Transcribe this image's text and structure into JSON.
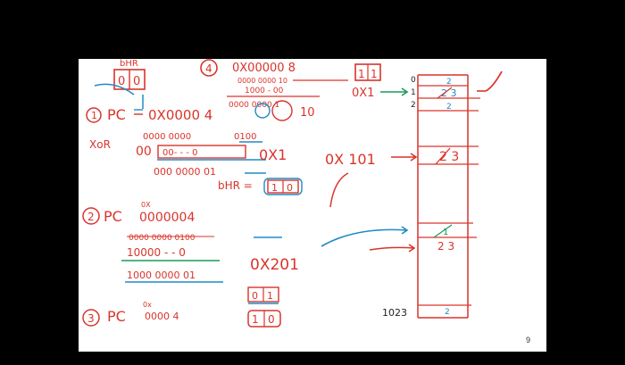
{
  "colors": {
    "red": "#d9342b",
    "blue": "#1f8bc4",
    "green": "#1b9a59",
    "ink": "#222222"
  },
  "notes": {
    "bhr_top": "bHR",
    "bhr_bits": [
      "0",
      "0"
    ],
    "circle_4": "4",
    "hex_top": "0X00000 8",
    "bits_row1": "0000 0000 10",
    "bits_row2": "1000 - 00",
    "bits_row3": "0000 0000 1",
    "bits_row4": "10",
    "counter_bits": [
      "1",
      "1"
    ],
    "label_0x1_right": "0X1",
    "step1": "1",
    "pc1": "PC",
    "pc1_value": "0X0000 4",
    "xor_label": "XoR",
    "xor_prefix": "00",
    "xor_mid": "0000 0000",
    "xor_box": "00-   -   -  0",
    "xor_suffix": "0100",
    "label_0x1_mid": "0X1",
    "shift_row": "000 0000 01",
    "bhr_result_label": "bHR =",
    "bhr_result_bits": [
      "1",
      "0"
    ],
    "step2": "2",
    "pc2": "PC",
    "pc2_small": "0X",
    "pc2_value": "0000004",
    "xor2_top": "0000 0000 0100",
    "xor2_mid": "10000 - - 0",
    "xor2_bottom": "1000 0000 01",
    "label_0x201": "0X201",
    "label_0x101": "0X 101",
    "step3": "3",
    "pc3": "PC",
    "pc3_small": "0x",
    "pc3_value": "0000 4",
    "box_bits_a": [
      "0",
      "1"
    ],
    "box_bits_b": [
      "1",
      "0"
    ],
    "table_index": [
      "0",
      "1",
      "2"
    ],
    "table_last_index": "1023",
    "cell_0": "2",
    "cell_1": "2 3",
    "cell_2": "2",
    "cell_101": "2 3",
    "cell_201_a": "1",
    "cell_201_b": "2 3",
    "cell_last": "2"
  },
  "page_number": "9"
}
